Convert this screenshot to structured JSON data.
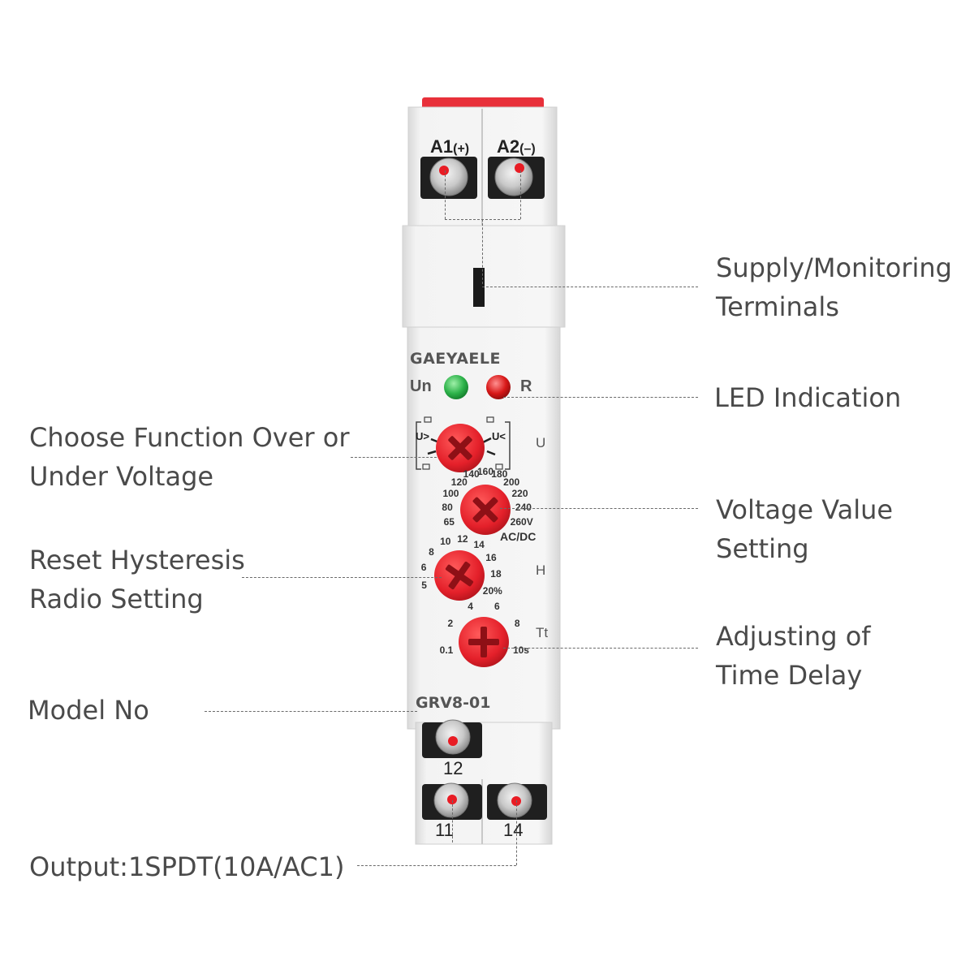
{
  "device": {
    "brand": "GAEYAELE",
    "model": "GRV8-01",
    "terminals": {
      "a1": "A1",
      "a1_sign": "(+)",
      "a2": "A2",
      "a2_sign": "(–)",
      "t12": "12",
      "t11": "11",
      "t14": "14"
    },
    "leds": {
      "un": "Un",
      "r": "R",
      "un_color": "#2db24a",
      "r_color": "#d81818"
    },
    "function_knob": {
      "side_label": "U",
      "left": "U>",
      "right": "U<"
    },
    "voltage_knob": {
      "ticks": [
        "65",
        "80",
        "100",
        "120",
        "140",
        "160",
        "180",
        "200",
        "220",
        "240",
        "260V"
      ],
      "unit": "AC/DC"
    },
    "hysteresis_knob": {
      "side_label": "H",
      "ticks": [
        "5",
        "6",
        "8",
        "10",
        "12",
        "14",
        "16",
        "18",
        "20%"
      ]
    },
    "time_knob": {
      "side_label": "Tt",
      "ticks": [
        "0.1",
        "2",
        "4",
        "6",
        "8",
        "10s"
      ]
    },
    "colors": {
      "knob_red": "#e8202a",
      "housing": "#f4f4f4",
      "top_cap": "#e8303a"
    }
  },
  "callouts": {
    "supply": [
      "Supply/Monitoring",
      "Terminals"
    ],
    "led": [
      "LED Indication"
    ],
    "function": [
      "Choose Function Over or",
      "Under Voltage"
    ],
    "voltage": [
      "Voltage Value",
      "Setting"
    ],
    "hysteresis": [
      "Reset Hysteresis",
      "Radio Setting"
    ],
    "time": [
      "Adjusting of",
      "Time Delay"
    ],
    "model": [
      "Model No"
    ],
    "output": [
      "Output:1SPDT(10A/AC1)"
    ]
  }
}
